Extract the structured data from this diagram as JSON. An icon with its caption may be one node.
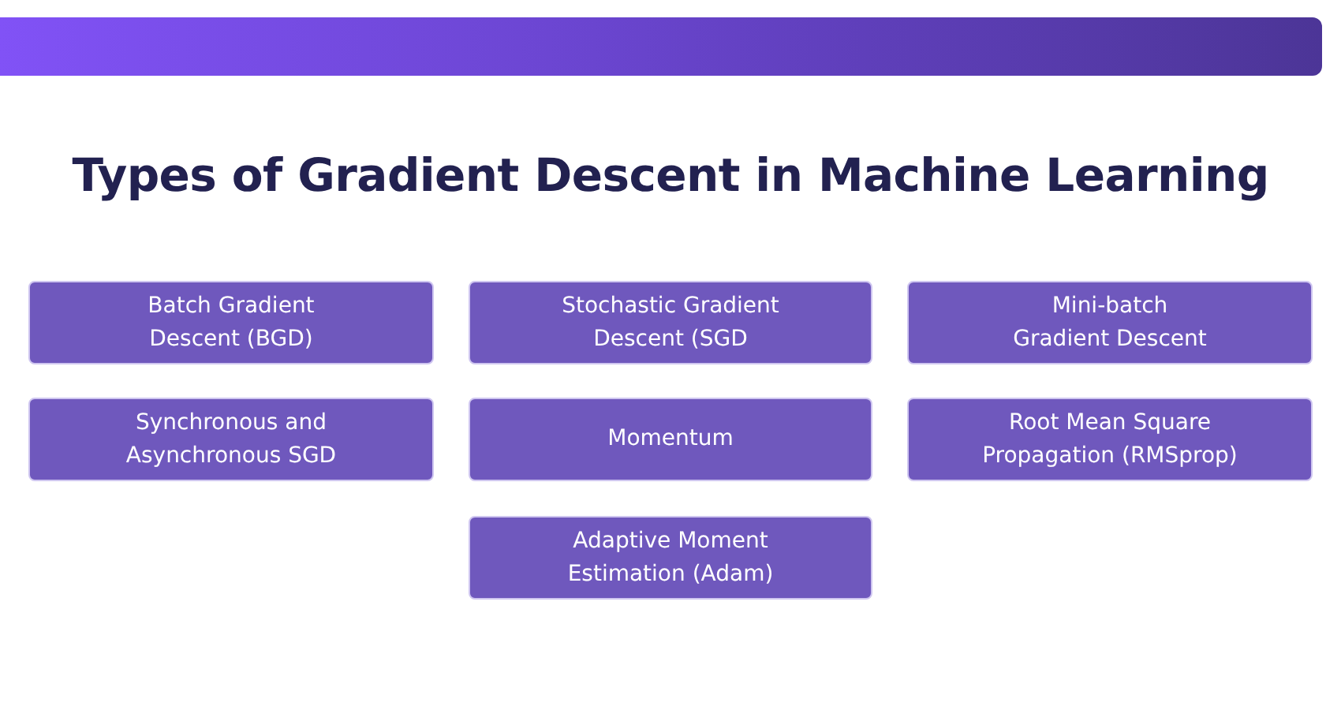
{
  "diagram": {
    "title": "Types of Gradient Descent in Machine Learning",
    "nodes": [
      {
        "text": [
          "Batch Gradient Descent (BGD)"
        ]
      },
      {
        "text": [
          "Stochastic Gradient Descent (SGD"
        ]
      },
      {
        "text": [
          "Mini-batch Gradient Descent"
        ]
      },
      {
        "text": [
          "Synchronous and Asynchronous SGD"
        ]
      },
      {
        "text": [
          "Momentum"
        ]
      },
      {
        "text": [
          "Root Mean Square Propagation (RMSprop)"
        ]
      },
      {
        "text": [
          "Adaptive Moment Estimation (Adam)"
        ]
      }
    ]
  }
}
